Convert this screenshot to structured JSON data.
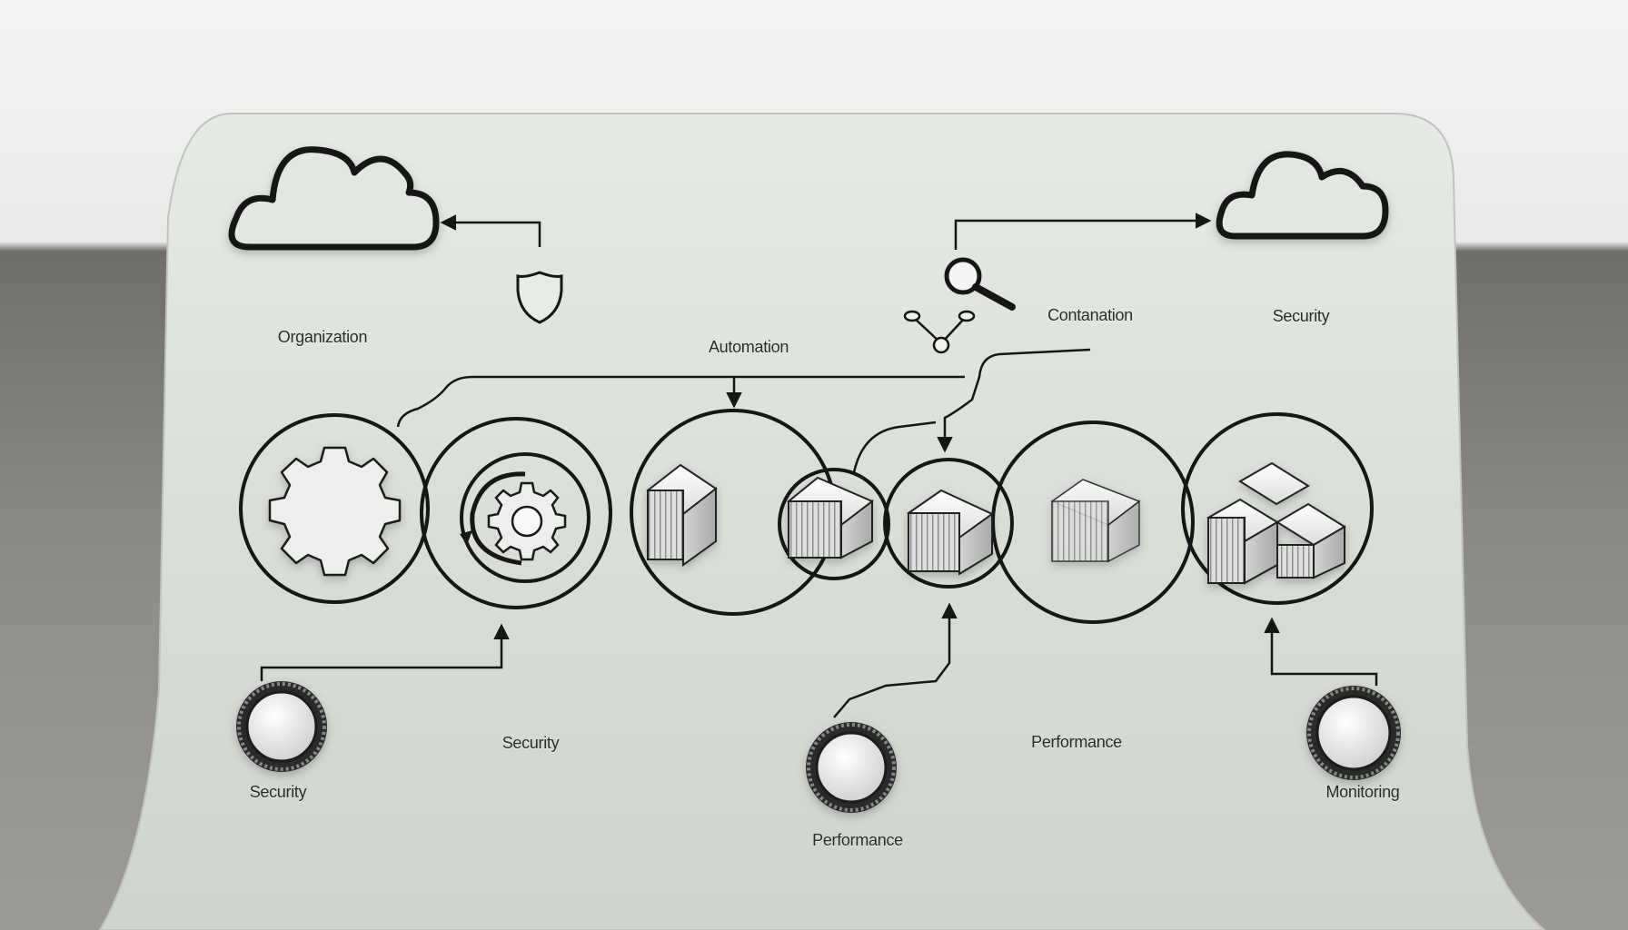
{
  "labels": {
    "organization": "Organization",
    "automation": "Automation",
    "contanation": "Contanation",
    "security_top": "Security",
    "security_mid": "Security",
    "security_bottom": "Security",
    "performance_mid": "Performance",
    "performance_bottom": "Performance",
    "monitoring": "Monitoring"
  },
  "colors": {
    "panel": "#dfe3dd",
    "stroke": "#161616",
    "knob": "#f2f2f0"
  },
  "icons": [
    "cloud-icon",
    "shield-icon",
    "magnifier-icon",
    "tools-icon",
    "gear-icon",
    "sync-gear-icon",
    "container-icon",
    "knob-icon"
  ]
}
